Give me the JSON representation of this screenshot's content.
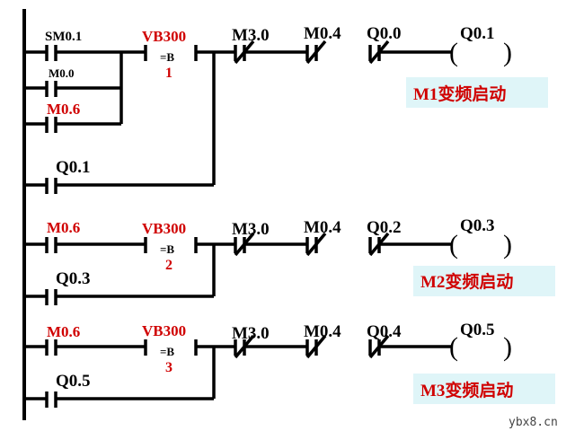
{
  "rung1": {
    "contact_sm": "SM0.1",
    "contact_m00": "M0.0",
    "contact_m06": "M0.6",
    "cmp_addr": "VB300",
    "cmp_op": "=B",
    "cmp_val": "1",
    "contact_m30": "M3.0",
    "contact_m04": "M0.4",
    "contact_q00": "Q0.0",
    "coil": "Q0.1",
    "hold": "Q0.1",
    "note": "M1变频启动"
  },
  "rung2": {
    "contact_m06": "M0.6",
    "cmp_addr": "VB300",
    "cmp_op": "=B",
    "cmp_val": "2",
    "contact_m30": "M3.0",
    "contact_m04": "M0.4",
    "contact_q02": "Q0.2",
    "coil": "Q0.3",
    "hold": "Q0.3",
    "note": "M2变频启动"
  },
  "rung3": {
    "contact_m06": "M0.6",
    "cmp_addr": "VB300",
    "cmp_op": "=B",
    "cmp_val": "3",
    "contact_m30": "M3.0",
    "contact_m04": "M0.4",
    "contact_q04": "Q0.4",
    "coil": "Q0.5",
    "hold": "Q0.5",
    "note": "M3变频启动"
  },
  "watermark": "ybx8.cn"
}
